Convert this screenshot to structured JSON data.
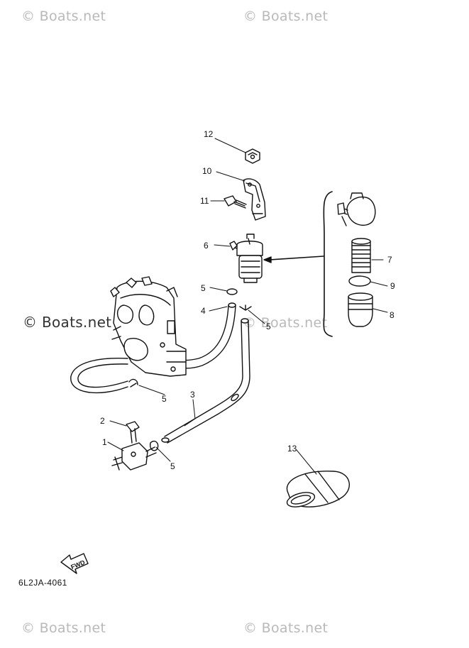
{
  "watermarks": {
    "top_left": "© Boats.net",
    "top_right": "© Boats.net",
    "middle_left": "© Boats.net",
    "middle_right": "© Boats.net",
    "bottom_left": "© Boats.net",
    "bottom_right": "© Boats.net"
  },
  "diagram_code": "6L2JA-4061",
  "fwd_label": "FWD",
  "callouts": [
    "1",
    "2",
    "3",
    "4",
    "5",
    "5",
    "5",
    "5",
    "6",
    "7",
    "8",
    "9",
    "10",
    "11",
    "12",
    "13"
  ]
}
